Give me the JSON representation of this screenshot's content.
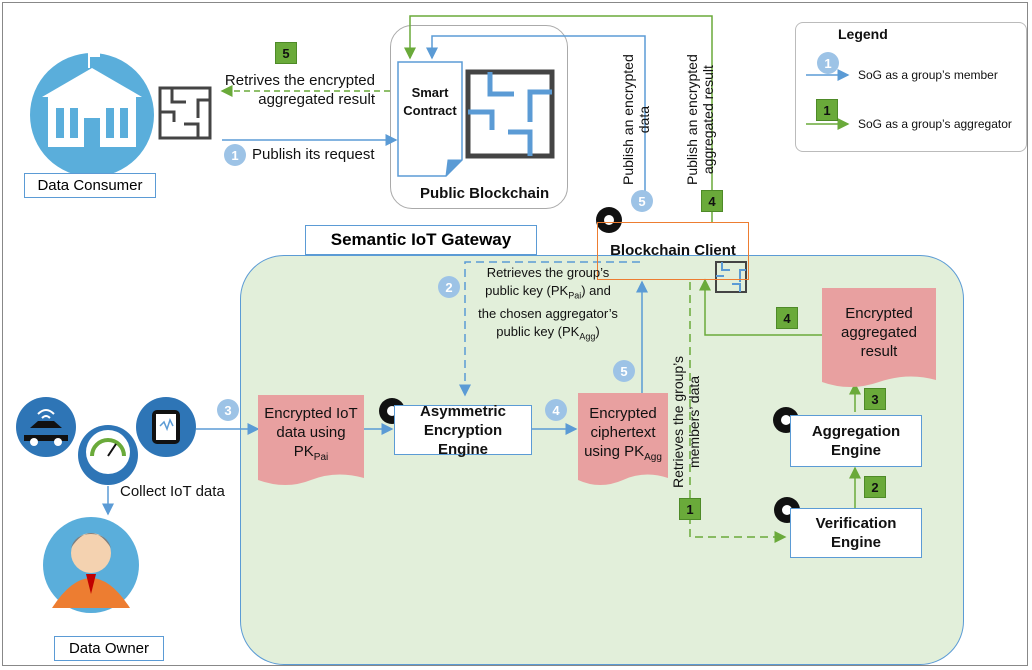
{
  "data_consumer": {
    "label": "Data Consumer"
  },
  "data_owner": {
    "label": "Data Owner"
  },
  "blockchain": {
    "smart_contract": "Smart Contract",
    "label": "Public Blockchain"
  },
  "gateway": {
    "title": "Semantic IoT Gateway"
  },
  "blockchain_client": {
    "label": "Blockchain Client"
  },
  "engines": {
    "asymmetric": "Asymmetric Encryption Engine",
    "aggregation": "Aggregation Engine",
    "verification": "Verification Engine"
  },
  "documents": {
    "iot_data_main": "Encrypted IoT data using PK",
    "iot_data_sub": "Pai",
    "ciphertext_main": "Encrypted ciphertext using PK",
    "ciphertext_sub": "Agg",
    "aggregated": "Encrypted aggregated result"
  },
  "labels": {
    "retrives_encrypted": "Retrives the encrypted",
    "aggregated_result": "aggregated result",
    "publish_request": "Publish its request",
    "publish_encrypted_data_1": "Publish an encrypted",
    "publish_encrypted_data_2": "data",
    "publish_aggregated_1": "Publish an encrypted",
    "publish_aggregated_2": "aggregated result",
    "retrieves_keys_1": "Retrieves the group’s",
    "retrieves_keys_2a": "public key (PK",
    "retrieves_keys_2b": "Pai",
    "retrieves_keys_2c": ") and",
    "retrieves_keys_3": "the chosen aggregator’s",
    "retrieves_keys_4a": "public key (PK",
    "retrieves_keys_4b": "Agg",
    "retrieves_keys_4c": ")",
    "retrieves_members_1": "Retrieves the group’s",
    "retrieves_members_2": "members’ data",
    "collect_iot": "Collect IoT data"
  },
  "steps": {
    "s1": "1",
    "s2": "2",
    "s3": "3",
    "s4": "4",
    "s5": "5"
  },
  "legend": {
    "title": "Legend",
    "member_num": "1",
    "member_label": "SoG as a group’s member",
    "aggregator_num": "1",
    "aggregator_label": "SoG as a group’s aggregator"
  },
  "colors": {
    "member": "#9dc3e6",
    "aggregator": "#6aaa3a",
    "gateway_fill": "#e2efda",
    "doc_fill": "#e8a0a0"
  }
}
